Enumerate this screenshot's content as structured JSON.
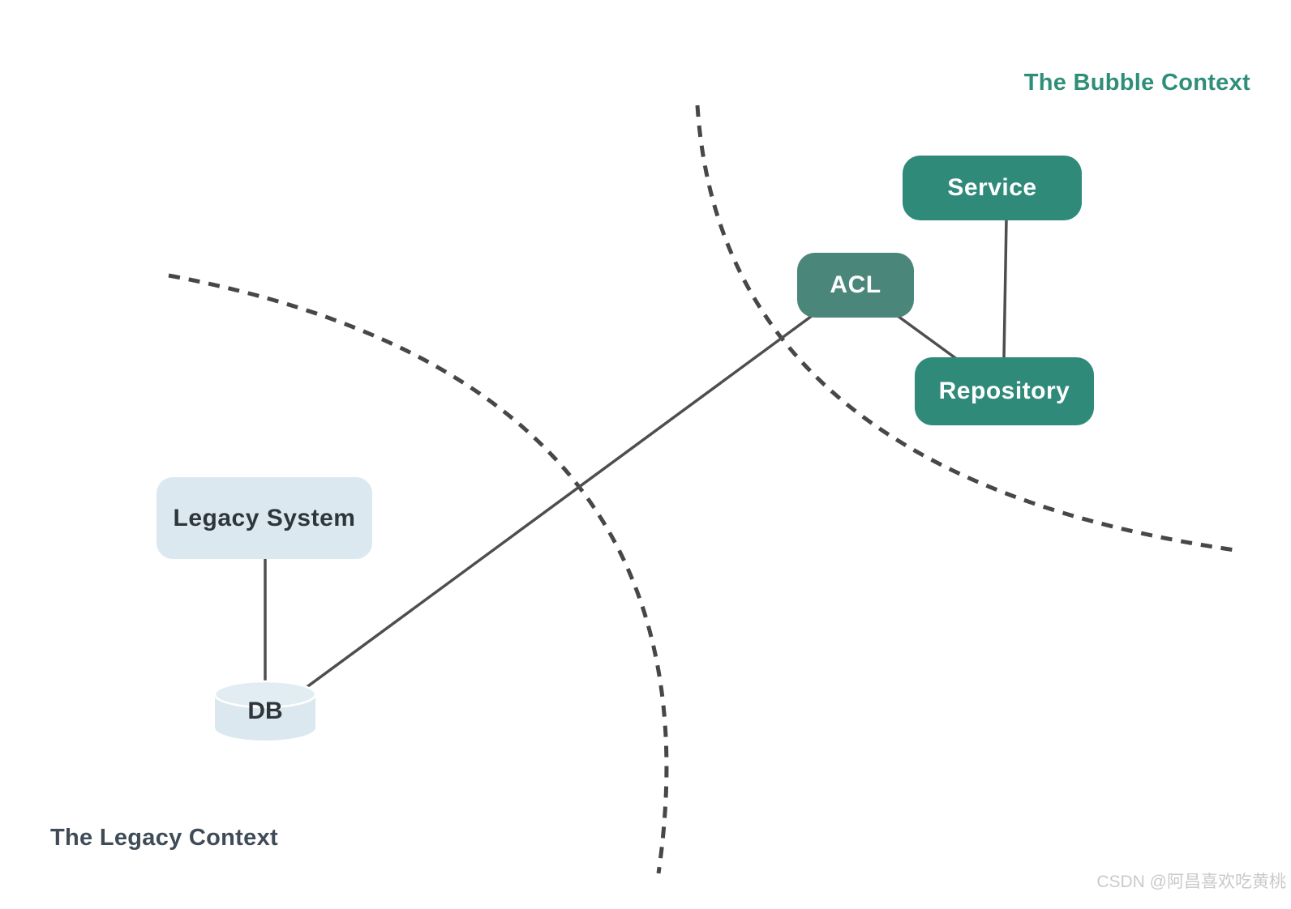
{
  "diagram": {
    "type": "bounded-context / anticorruption-layer diagram",
    "contexts": {
      "bubble": {
        "label": "The Bubble Context",
        "color": "#2f8e79"
      },
      "legacy": {
        "label": "The Legacy Context",
        "color": "#404b58"
      }
    },
    "nodes": {
      "service": {
        "label": "Service",
        "context": "bubble"
      },
      "acl": {
        "label": "ACL",
        "context": "boundary"
      },
      "repository": {
        "label": "Repository",
        "context": "bubble"
      },
      "legacy_system": {
        "label": "Legacy System",
        "context": "legacy"
      },
      "db": {
        "label": "DB",
        "context": "legacy",
        "shape": "cylinder"
      }
    },
    "edges": [
      {
        "from": "Service",
        "to": "Repository"
      },
      {
        "from": "ACL",
        "to": "Repository"
      },
      {
        "from": "ACL",
        "to": "DB"
      },
      {
        "from": "Legacy System",
        "to": "DB"
      }
    ],
    "boundaries": [
      {
        "name": "legacy-context-boundary",
        "style": "dashed-arc"
      },
      {
        "name": "bubble-context-boundary",
        "style": "dashed-arc"
      }
    ]
  },
  "colors": {
    "background": "#ffffff",
    "bubble_node_fill": "#2f8a7a",
    "acl_node_fill": "#4b867b",
    "bubble_node_text": "#ffffff",
    "legacy_node_fill": "#dce8ef",
    "legacy_node_top_fill": "#e2edf3",
    "legacy_node_text": "#2e363c",
    "connector": "#4e4e4e",
    "dashed_boundary": "#474747",
    "cylinder_seam": "#ffffff"
  },
  "watermark": {
    "text": "CSDN @阿昌喜欢吃黄桃",
    "color": "#c8cacb"
  }
}
